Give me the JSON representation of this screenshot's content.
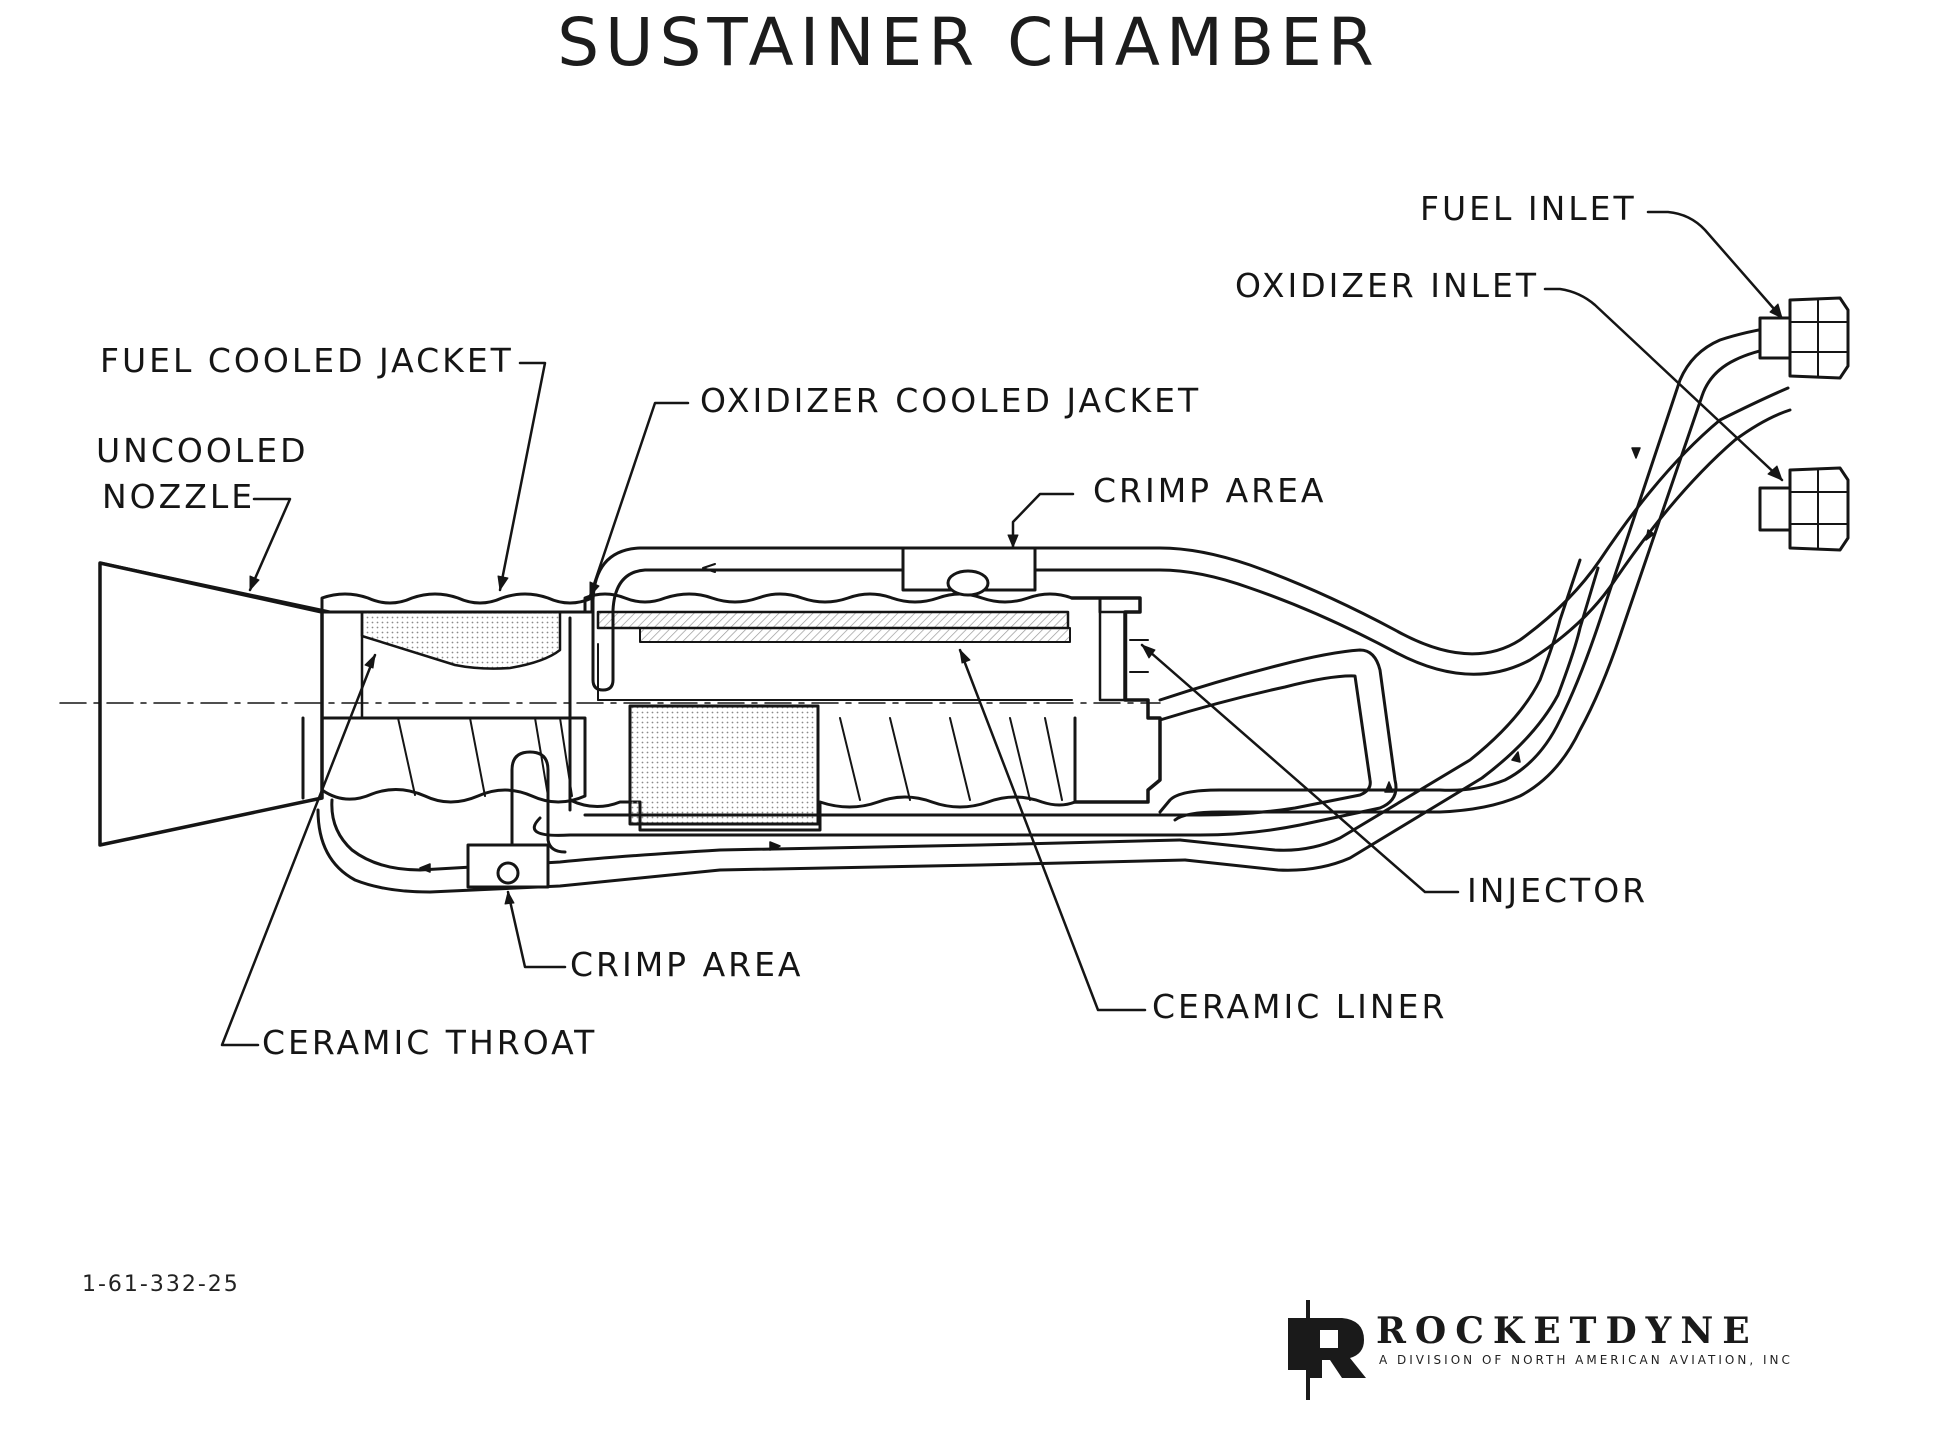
{
  "title": "SUSTAINER CHAMBER",
  "labels": {
    "fuel_inlet": "FUEL INLET",
    "oxidizer_inlet": "OXIDIZER INLET",
    "fuel_cooled_jacket": "FUEL COOLED JACKET",
    "oxidizer_cooled_jacket": "OXIDIZER COOLED JACKET",
    "uncooled_nozzle_line1": "UNCOOLED",
    "uncooled_nozzle_line2": "NOZZLE",
    "crimp_area_top": "CRIMP AREA",
    "crimp_area_bottom": "CRIMP AREA",
    "injector": "INJECTOR",
    "ceramic_liner": "CERAMIC LINER",
    "ceramic_throat": "CERAMIC THROAT"
  },
  "doc_number": "1-61-332-25",
  "brand": {
    "name": "ROCKETDYNE",
    "subtitle": "A DIVISION OF NORTH AMERICAN AVIATION, INC"
  },
  "colors": {
    "ink": "#151515",
    "shade": "#c8c8c8",
    "background": "#ffffff"
  }
}
